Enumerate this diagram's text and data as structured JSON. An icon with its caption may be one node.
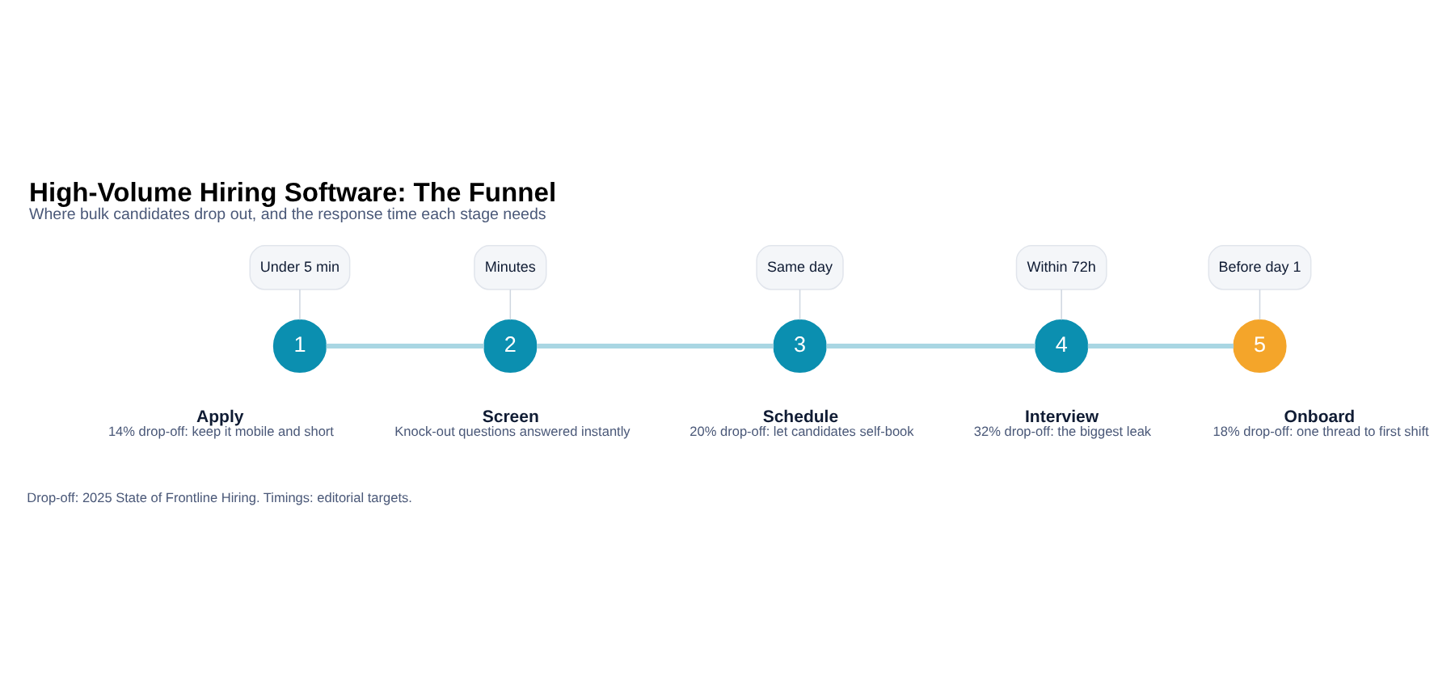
{
  "diagram": {
    "title": "High-Volume Hiring Software: The Funnel",
    "caption": "Where bulk candidates drop out, and the response time each stage needs",
    "nodes": [
      {
        "text": [
          "Under 5 min"
        ]
      },
      {
        "text": [
          "Minutes"
        ]
      },
      {
        "text": [
          "Same day"
        ]
      },
      {
        "text": [
          "Within 72h"
        ]
      },
      {
        "text": [
          "Before day 1"
        ]
      },
      {
        "text": [
          "1"
        ],
        "beside": [
          "Apply",
          "14% drop-off: keep it mobile and short"
        ]
      },
      {
        "text": [
          "2"
        ],
        "beside": [
          "Screen",
          "Knock-out questions answered instantly"
        ]
      },
      {
        "text": [
          "3"
        ],
        "beside": [
          "Schedule",
          "20% drop-off: let candidates self-book"
        ]
      },
      {
        "text": [
          "4"
        ],
        "beside": [
          "Interview",
          "32% drop-off: the biggest leak"
        ]
      },
      {
        "text": [
          "5"
        ],
        "beside": [
          "Onboard",
          "18% drop-off: one thread to first shift"
        ]
      }
    ],
    "edges": [
      {
        "from": 0,
        "to": 5,
        "arrow": "none"
      },
      {
        "from": 1,
        "to": 6,
        "arrow": "none"
      },
      {
        "from": 2,
        "to": 7,
        "arrow": "none"
      },
      {
        "from": 3,
        "to": 8,
        "arrow": "none"
      },
      {
        "from": 4,
        "to": 9,
        "arrow": "none"
      },
      {
        "from": 5,
        "to": 6,
        "arrow": "none",
        "style": "thick"
      },
      {
        "from": 6,
        "to": 7,
        "arrow": "none",
        "style": "thick"
      },
      {
        "from": 7,
        "to": 8,
        "arrow": "none",
        "style": "thick"
      },
      {
        "from": 8,
        "to": 9,
        "arrow": "none",
        "style": "thick"
      }
    ],
    "labels": [
      "Drop-off: 2025 State of Frontline Hiring. Timings: editorial targets."
    ]
  }
}
